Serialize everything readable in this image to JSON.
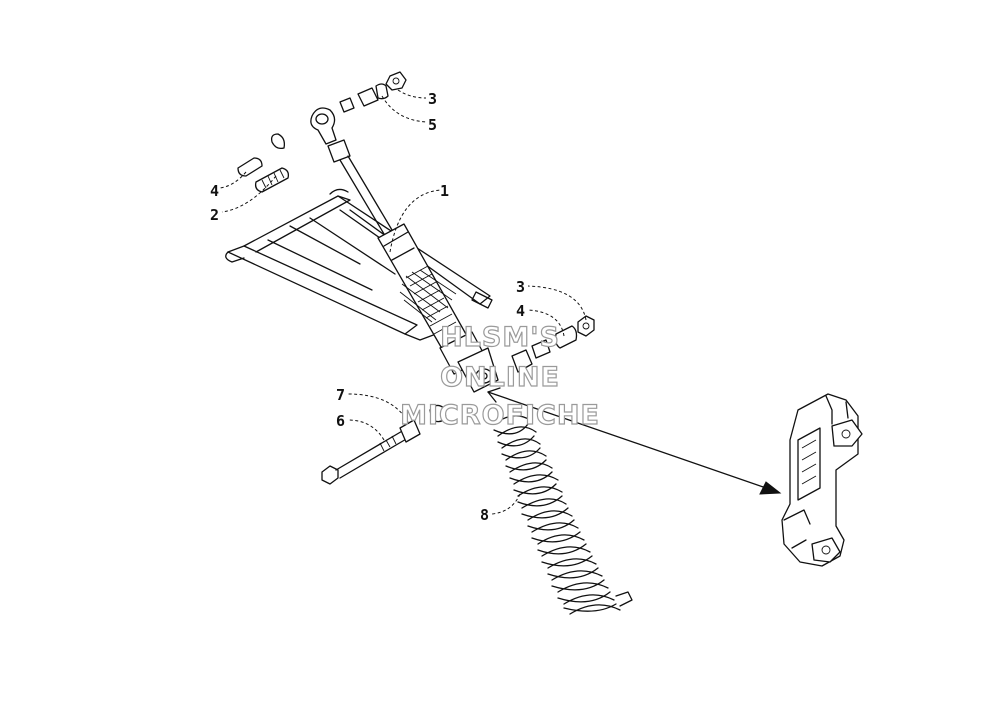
{
  "watermark": {
    "line1": "HLSM'S",
    "line2": "ONLINE",
    "line3": "MICROFICHE"
  },
  "callouts": {
    "c1": "1",
    "c2": "2",
    "c3_top": "3",
    "c3_mid": "3",
    "c4_left": "4",
    "c4_mid": "4",
    "c5": "5",
    "c6": "6",
    "c7": "7",
    "c8": "8"
  },
  "colors": {
    "line": "#111111",
    "watermark_outline": "#9a9a9a",
    "background": "#ffffff"
  }
}
